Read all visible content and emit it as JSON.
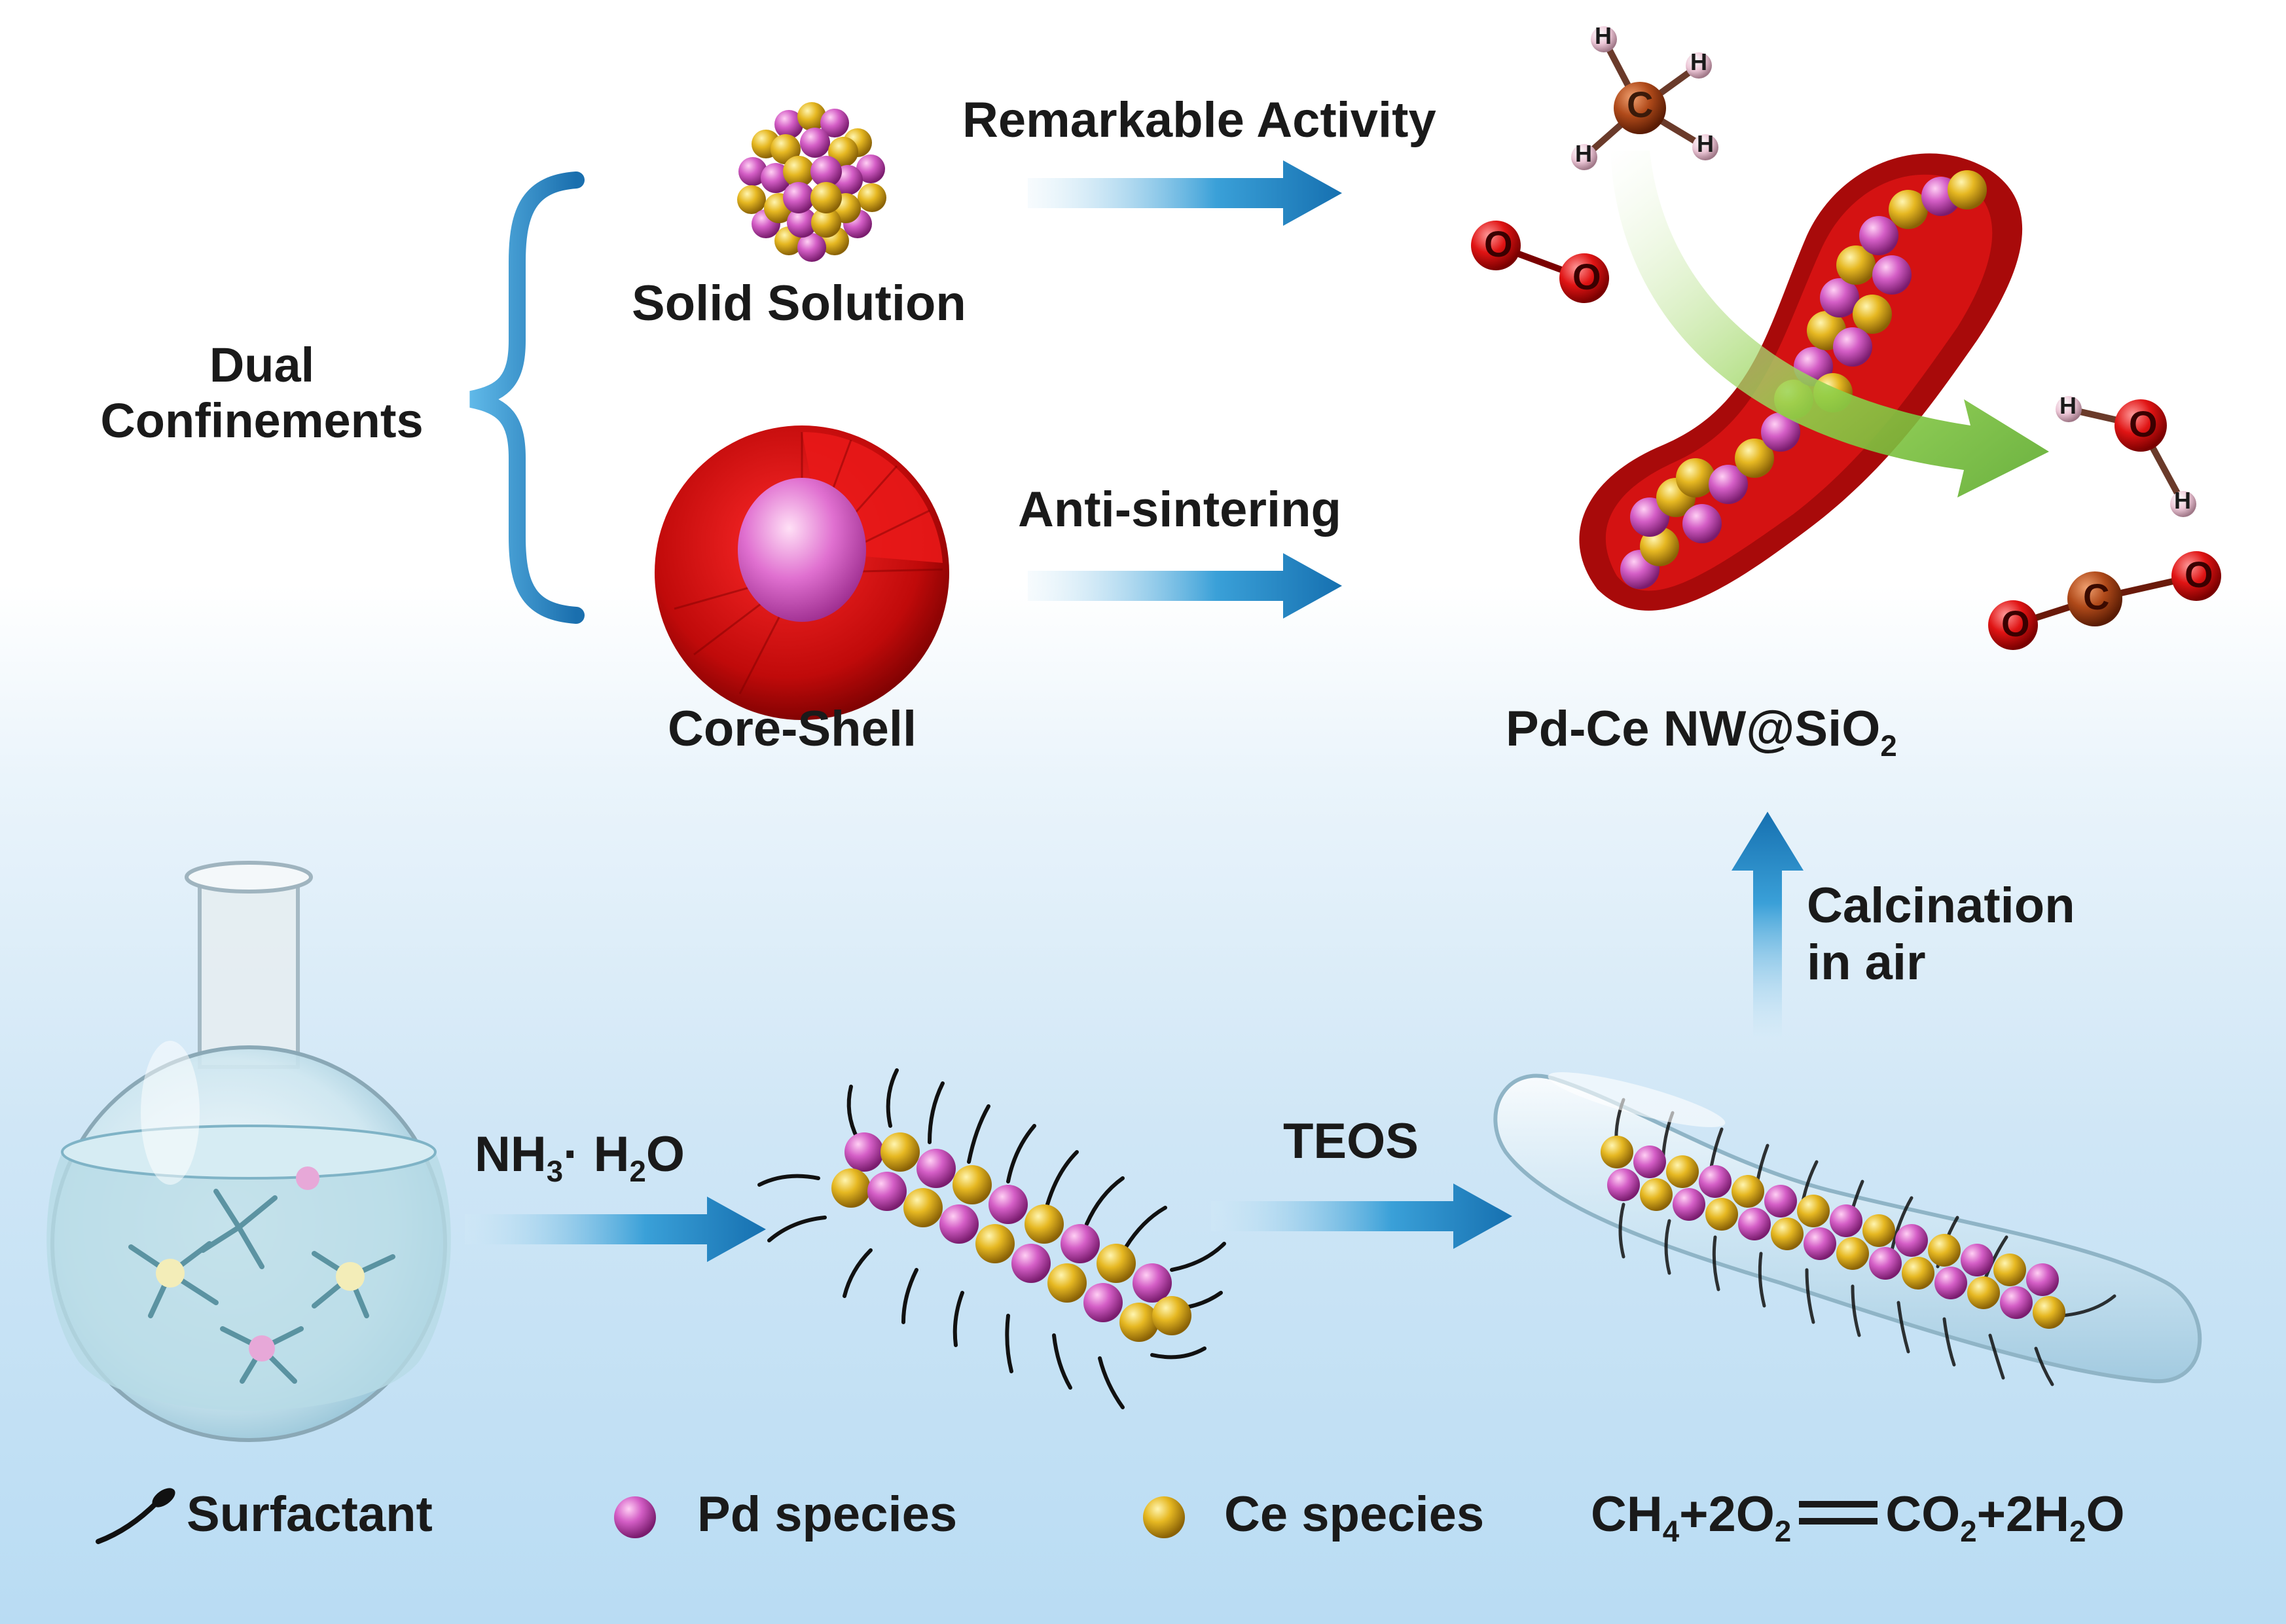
{
  "labels": {
    "dual_line1": "Dual",
    "dual_line2": "Confinements",
    "solid_solution": "Solid Solution",
    "core_shell": "Core-Shell",
    "remarkable_activity": "Remarkable Activity",
    "anti_sintering": "Anti-sintering",
    "product_main": "Pd-Ce NW@SiO",
    "product_sub": "2",
    "calcination_line1": "Calcination",
    "calcination_line2": "in air",
    "reagent_main": "NH",
    "reagent_sub1": "3",
    "reagent_mid": "· H",
    "reagent_sub2": "2",
    "reagent_end": "O",
    "teos": "TEOS"
  },
  "molecules": {
    "methane": {
      "center": "C",
      "atoms": [
        "H",
        "H",
        "H",
        "H"
      ]
    },
    "oxygen": {
      "atoms": [
        "O",
        "O"
      ]
    },
    "water": {
      "atoms": [
        "H",
        "O",
        "H"
      ]
    },
    "carbon_dioxide": {
      "atoms": [
        "O",
        "C",
        "O"
      ]
    }
  },
  "legend": {
    "surfactant": "Surfactant",
    "pd": "Pd species",
    "ce": "Ce species"
  },
  "equation": {
    "lhs_a": "CH",
    "lhs_a_sub": "4",
    "lhs_b": "+2O",
    "lhs_b_sub": "2",
    "rhs_a": "CO",
    "rhs_a_sub": "2",
    "rhs_b": "+2H",
    "rhs_b_sub": "2",
    "rhs_c": "O"
  },
  "colors": {
    "pd": "#c64fb8",
    "ce": "#e0b21e",
    "shell_red": "#c01010",
    "arrow_blue": "#1f86c8",
    "green_arrow": "#7cc83a",
    "oxygen": "#e01010",
    "carbon": "#b04a1a",
    "hydrogen": "#e8c8d4"
  }
}
